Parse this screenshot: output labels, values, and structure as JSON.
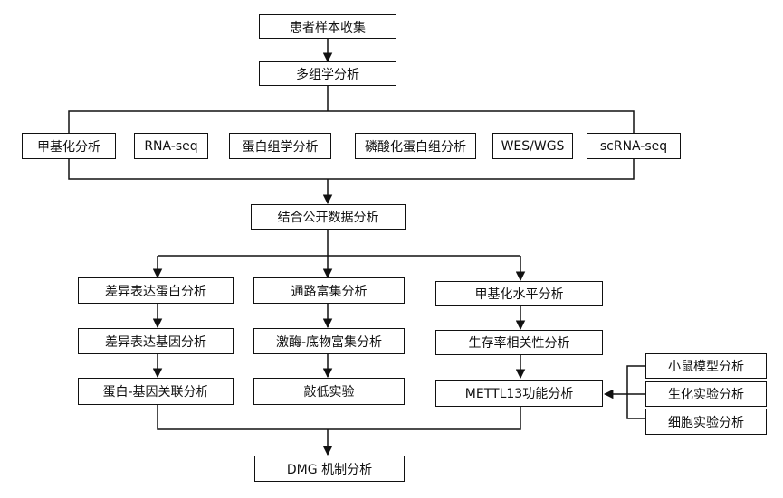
{
  "nodes": {
    "patient_samples": "患者样本收集",
    "multiomics": "多组学分析",
    "methylation": "甲基化分析",
    "rnaseq": "RNA-seq",
    "proteomics": "蛋白组学分析",
    "phosphoproteomics": "磷酸化蛋白组分析",
    "wes_wgs": "WES/WGS",
    "scrnaseq": "scRNA-seq",
    "public_data": "结合公开数据分析",
    "diff_protein": "差异表达蛋白分析",
    "diff_gene": "差异表达基因分析",
    "protein_gene": "蛋白-基因关联分析",
    "pathway": "通路富集分析",
    "kinase_substrate": "激酶-底物富集分析",
    "knockdown": "敲低实验",
    "methylation_level": "甲基化水平分析",
    "survival": "生存率相关性分析",
    "mettl13": "METTL13功能分析",
    "mouse_model": "小鼠模型分析",
    "biochem": "生化实验分析",
    "cell_exp": "细胞实验分析",
    "dmg_mechanism": "DMG 机制分析"
  }
}
